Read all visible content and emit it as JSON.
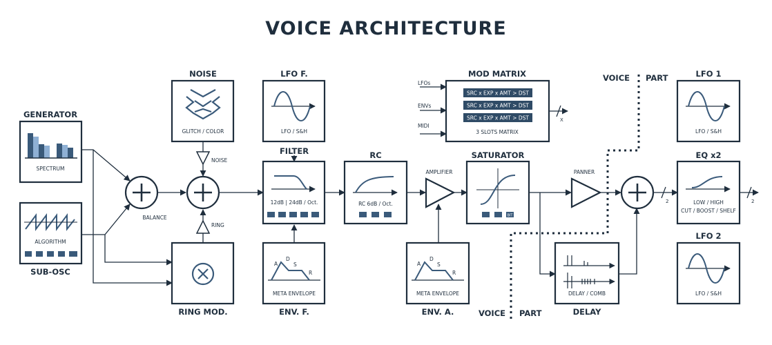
{
  "title": "VOICE ARCHITECTURE",
  "generator": {
    "label": "GENERATOR",
    "caption": "SPECTRUM"
  },
  "sub_osc": {
    "label": "SUB-OSC",
    "caption": "ALGORITHM",
    "icons": [
      "saw-wave-icon",
      "pulse-wave-icon",
      "square-wave-icon",
      "ramp-wave-icon",
      "noise-wave-icon"
    ]
  },
  "balance": {
    "label": "BALANCE"
  },
  "noise": {
    "label": "NOISE",
    "caption": "GLITCH / COLOR",
    "tag": "NOISE"
  },
  "ring": {
    "tag": "RING",
    "label": "RING MOD."
  },
  "lfo_f": {
    "label": "LFO F.",
    "caption": "LFO / S&H"
  },
  "filter": {
    "label": "FILTER",
    "caption": "12dB | 24dB / Oct.",
    "icons": [
      "lowpass-icon",
      "bandpass-icon",
      "highpass-icon",
      "notch-icon",
      "peak-icon"
    ]
  },
  "env_f": {
    "label": "ENV. F.",
    "caption": "META ENVELOPE",
    "points": [
      "A",
      "D",
      "S",
      "R"
    ]
  },
  "rc": {
    "label": "RC",
    "caption": "RC 6dB / Oct.",
    "icons": [
      "flat-icon",
      "lowpass-icon",
      "highpass-icon"
    ]
  },
  "amplifier": {
    "label": "AMPLIFIER"
  },
  "env_a": {
    "label": "ENV. A.",
    "caption": "META ENVELOPE",
    "points": [
      "A",
      "D",
      "S",
      "R"
    ]
  },
  "mod_matrix": {
    "label": "MOD MATRIX",
    "inputs": [
      "LFOs",
      "ENVs",
      "MIDI"
    ],
    "slots": [
      "SRC x EXP x AMT > DST",
      "SRC x EXP x AMT > DST",
      "SRC x EXP x AMT > DST"
    ],
    "caption": "3 SLOTS MATRIX",
    "out": "X"
  },
  "saturator": {
    "label": "SATURATOR",
    "bit": "BIT",
    "icons": [
      "soft-clip-icon",
      "hard-clip-icon",
      "bitcrush-icon"
    ]
  },
  "panner": {
    "label": "PANNER"
  },
  "delay": {
    "label": "DELAY",
    "caption": "DELAY / COMB"
  },
  "voice_part_top": {
    "voice": "VOICE",
    "part": "PART"
  },
  "voice_part_bottom": {
    "voice": "VOICE",
    "part": "PART"
  },
  "lfo1": {
    "label": "LFO 1",
    "caption": "LFO / S&H"
  },
  "eq": {
    "label": "EQ x2",
    "caption1": "LOW / HIGH",
    "caption2": "CUT / BOOST / SHELF",
    "bus_in": "2",
    "bus_out": "2"
  },
  "lfo2": {
    "label": "LFO 2",
    "caption": "LFO / S&H"
  },
  "colors": {
    "ink": "#1f2e3d",
    "accent": "#3a5a7a",
    "light": "#8fb0d4"
  }
}
